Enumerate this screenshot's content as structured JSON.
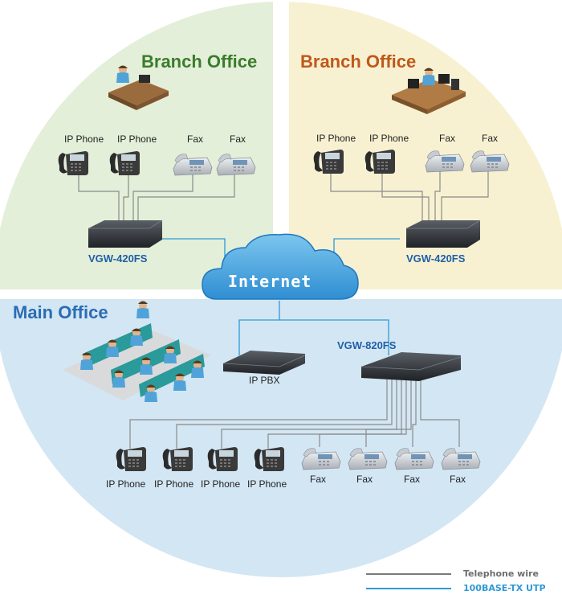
{
  "quadrants": {
    "branch_left": {
      "title": "Branch Office",
      "color": "#3a7d2c",
      "bg": "#e3efd8"
    },
    "branch_right": {
      "title": "Branch Office",
      "color": "#c0581a",
      "bg": "#f7f1d2"
    },
    "main": {
      "title": "Main Office",
      "color": "#2b6cb4",
      "bg": "#d3e6f3"
    }
  },
  "internet": {
    "label": "Internet"
  },
  "devices": {
    "vgw_left": "VGW-420FS",
    "vgw_right": "VGW-420FS",
    "vgw_main": "VGW-820FS",
    "ip_pbx": "IP PBX"
  },
  "branch_left_phones": [
    "IP Phone",
    "IP Phone",
    "Fax",
    "Fax"
  ],
  "branch_right_phones": [
    "IP Phone",
    "IP Phone",
    "Fax",
    "Fax"
  ],
  "main_phones": [
    "IP Phone",
    "IP Phone",
    "IP Phone",
    "IP Phone",
    "Fax",
    "Fax",
    "Fax",
    "Fax"
  ],
  "legend": [
    {
      "label": "Telephone wire",
      "color": "#7a7a7a"
    },
    {
      "label": "100BASE-TX UTP",
      "color": "#2e9ad6"
    }
  ]
}
